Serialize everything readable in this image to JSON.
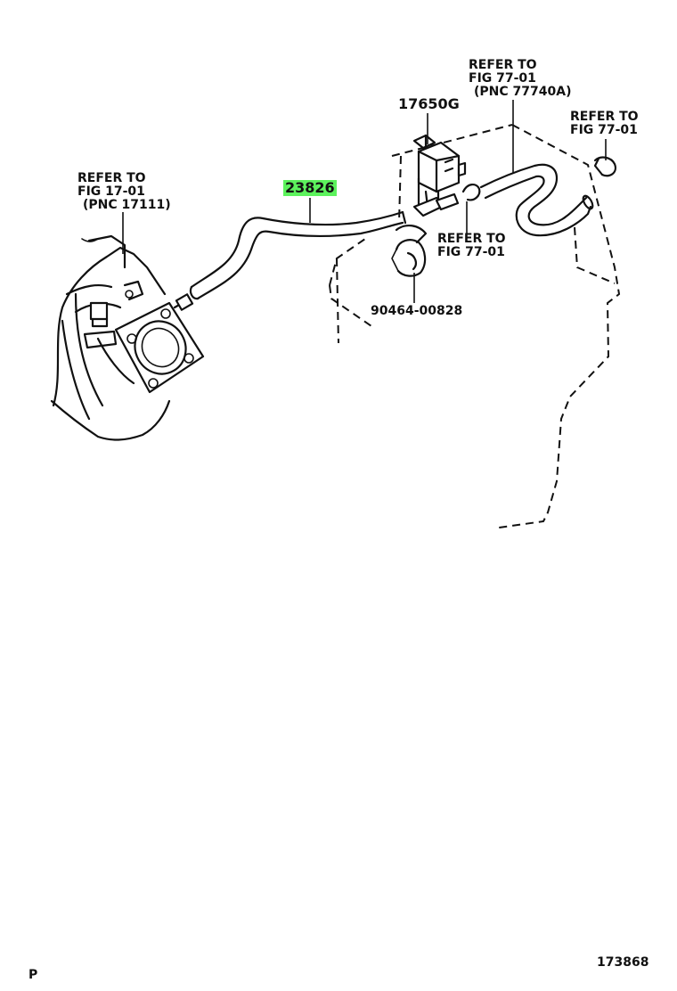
{
  "labels": {
    "refer_top": [
      "REFER TO",
      "FIG 77-01",
      "(PNC 77740A)"
    ],
    "part_valve": "17650G",
    "refer_right": [
      "REFER TO",
      "FIG 77-01"
    ],
    "part_hose": "23826",
    "refer_left": [
      "REFER TO",
      "FIG 17-01",
      "(PNC 17111)"
    ],
    "refer_mid": [
      "REFER TO",
      "FIG 77-01"
    ],
    "part_clamp": "90464-00828",
    "corner_left": "P",
    "corner_right": "173868"
  },
  "colors": {
    "highlight": "#5cf25c",
    "ink": "#111111"
  }
}
